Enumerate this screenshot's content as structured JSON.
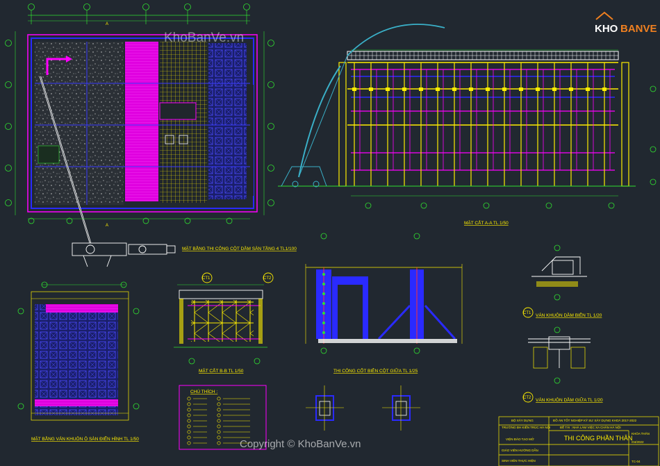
{
  "watermark": {
    "top": "KhoBanVe.vn",
    "bottom": "Copyright © KhoBanVe.vn"
  },
  "logo": {
    "part1": "KHO",
    "part2": "BANVE"
  },
  "drawings": {
    "plan_title": "MẶT BẰNG THI CÔNG CỘT DẦM SÀN TẦNG 4 TL1/100",
    "section_aa_title": "MẶT CẮT A-A TL 1/50",
    "section_bb_title": "MẶT CẮT B-B TL 1/50",
    "column_title": "THI CÔNG CỐT BIÊN CỘT GIỮA TL 1/25",
    "slab_plan_title": "MẶT BẰNG VÁN KHUÔN Ô SÀN ĐIỂN HÌNH TL 1/50",
    "ct1_title": "VÁN KHUÔN DẦM BIÊN TL 1/20",
    "ct2_title": "VÁN KHUÔN DẦM GIỮA TL 1/20",
    "ct1": "CT1",
    "ct2": "CT2",
    "cut_a": "A",
    "cut_a2": "A"
  },
  "legend": {
    "title": "CHÚ THÍCH :"
  },
  "title_block": {
    "ministry": "BỘ XÂY DỰNG",
    "university": "TRƯỜNG ĐH KIẾN TRÚC HÀ NỘI",
    "faculty": "VIỆN ĐÀO TẠO MỞ",
    "project_header": "ĐỒ ÁN TỐT NGHIỆP KỸ SƯ XÂY DỰNG KHOÁ 2017-2022",
    "project_name": "ĐỀ TÀI : NHÀ LÀM VIỆC XA CHÂN HÀ NỘI",
    "drawing_name": "THI CÔNG PHẦN THÂN",
    "advisor": "GIÁO VIÊN HƯỚNG DẪN",
    "student": "SINH VIÊN THỰC HIỆN",
    "date": "/04/2022",
    "class": "KHÓA THÂN",
    "sheet": "TC-04"
  },
  "colors": {
    "background": "#212830",
    "yellow": "#ffee00",
    "magenta": "#ff00ff",
    "blue": "#2a2aff",
    "cyan": "#00e5ff",
    "green": "#30e030",
    "white": "#ffffff"
  }
}
